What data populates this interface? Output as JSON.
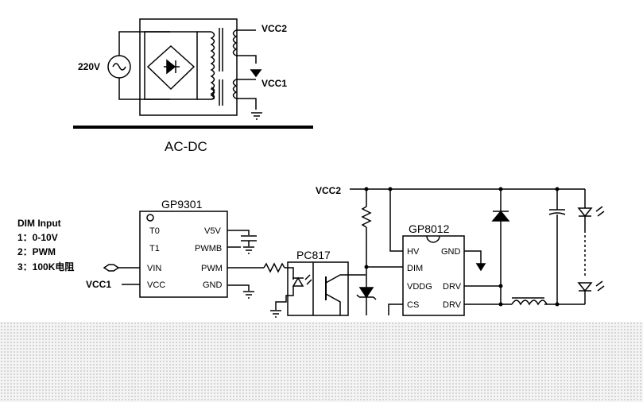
{
  "acdc": {
    "source_voltage": "220V",
    "vcc2": "VCC2",
    "vcc1": "VCC1",
    "caption": "AC-DC"
  },
  "dim_input": {
    "title": "DIM Input",
    "options": [
      "1：0-10V",
      "2：PWM",
      "3：100K电阻"
    ]
  },
  "vcc1_label": "VCC1",
  "vcc2_label": "VCC2",
  "gp9301": {
    "name": "GP9301",
    "left_pins": [
      "T0",
      "T1",
      "VIN",
      "VCC"
    ],
    "right_pins": [
      "V5V",
      "PWMB",
      "PWM",
      "GND"
    ]
  },
  "pc817": {
    "name": "PC817"
  },
  "gp8012": {
    "name": "GP8012",
    "left_pins": [
      "HV",
      "DIM",
      "VDDG",
      "CS"
    ],
    "right_pins": [
      "GND",
      "DRV",
      "DRV"
    ]
  }
}
